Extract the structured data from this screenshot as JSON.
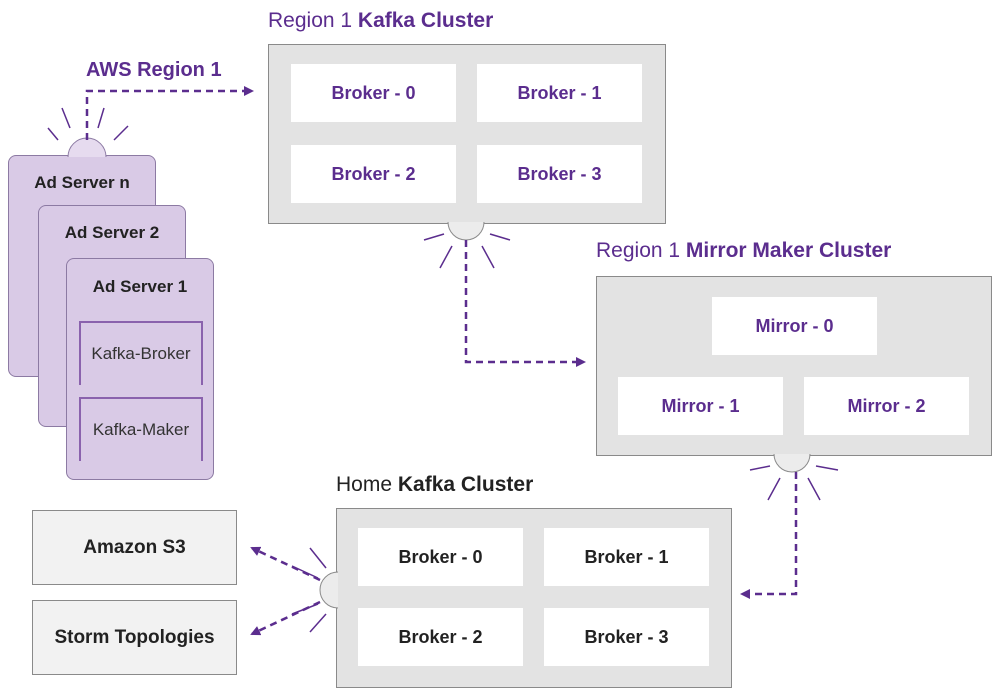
{
  "region1_kafka": {
    "title_thin": "Region 1 ",
    "title_bold": "Kafka Cluster",
    "brokers": [
      "Broker - 0",
      "Broker - 1",
      "Broker - 2",
      "Broker - 3"
    ]
  },
  "aws_region_label": "AWS Region 1",
  "mirror_maker": {
    "title_thin": "Region 1 ",
    "title_bold": "Mirror Maker Cluster",
    "mirrors": [
      "Mirror - 0",
      "Mirror - 1",
      "Mirror - 2"
    ]
  },
  "home_kafka": {
    "title_thin": "Home ",
    "title_bold": "Kafka Cluster",
    "brokers": [
      "Broker - 0",
      "Broker - 1",
      "Broker - 2",
      "Broker - 3"
    ]
  },
  "ad_servers": {
    "cards": [
      "Ad Server n",
      "Ad Server 2",
      "Ad Server 1"
    ],
    "components": [
      "Kafka-Broker",
      "Kafka-Maker"
    ]
  },
  "sinks": [
    "Amazon S3",
    "Storm Topologies"
  ],
  "colors": {
    "accent": "#5b2d8e",
    "cluster_bg": "#e3e3e3",
    "ad_server_bg": "#d9cae6"
  }
}
